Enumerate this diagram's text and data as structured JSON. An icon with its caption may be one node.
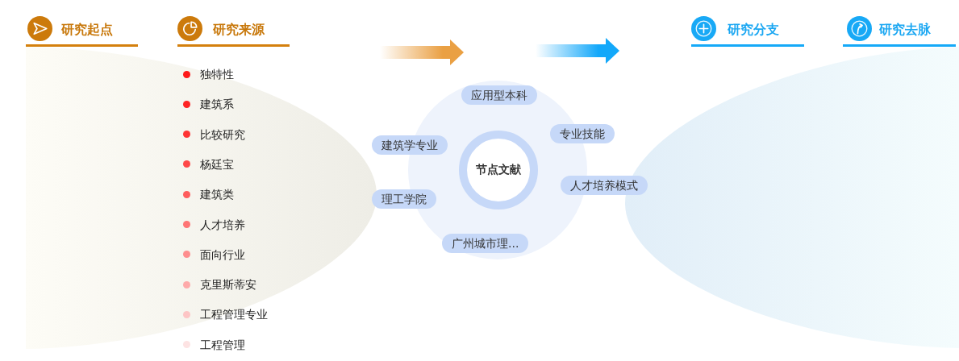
{
  "diagram": {
    "nodes": [
      {
        "text": [
          "应用型本科"
        ]
      },
      {
        "text": [
          "专业技能"
        ]
      },
      {
        "text": [
          "建筑学专业"
        ]
      },
      {
        "text": [
          "节点文献"
        ]
      },
      {
        "text": [
          "人才培养模式"
        ]
      },
      {
        "text": [
          "理工学院"
        ]
      },
      {
        "text": [
          "广州城市理..."
        ]
      }
    ],
    "labels": [
      "研究起点",
      "研究来源",
      "研究分支",
      "研究去脉",
      "独特性",
      "建筑系",
      "比较研究",
      "杨廷宝",
      "建筑类",
      "人才培养",
      "面向行业",
      "克里斯蒂安",
      "工程管理专业",
      "工程管理"
    ]
  }
}
